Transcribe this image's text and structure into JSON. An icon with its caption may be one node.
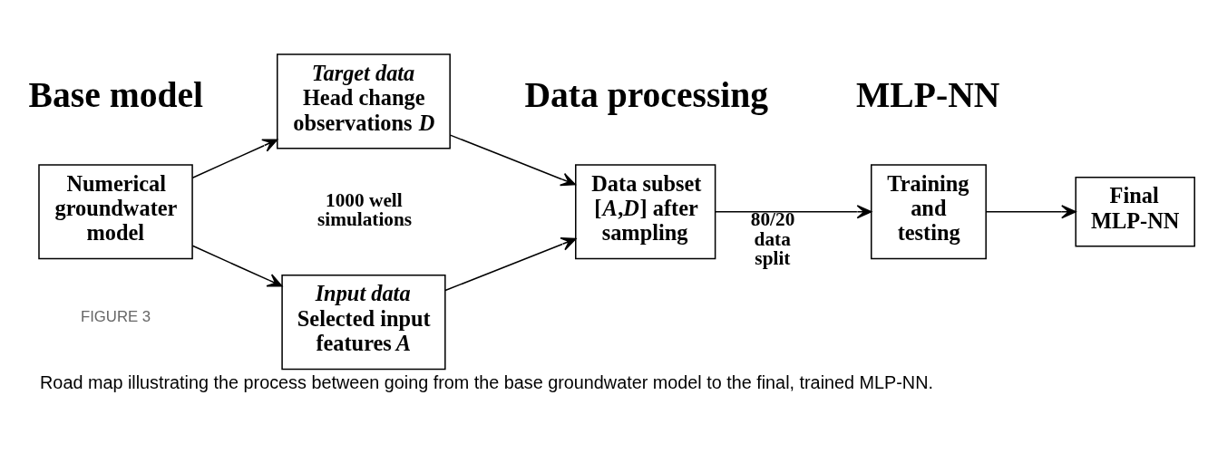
{
  "diagram": {
    "caption": "Road map illustrating the process between going from the base groundwater model to the final, trained MLP-NN.",
    "nodes": [
      {
        "text": [
          "Numerical groundwater model"
        ]
      },
      {
        "text": [
          "Target data",
          "Head change observations *D*"
        ]
      },
      {
        "text": [
          "Input data",
          "Selected input features *A*"
        ]
      },
      {
        "text": [
          "Data subset [*A*,*D*] after sampling"
        ]
      },
      {
        "text": [
          "Training and testing"
        ]
      },
      {
        "text": [
          "Final MLP-NN"
        ]
      }
    ],
    "edges": [
      {
        "from": 0,
        "to": 1,
        "arrow": "to"
      },
      {
        "from": 0,
        "to": 2,
        "arrow": "to"
      },
      {
        "from": 1,
        "to": 3,
        "arrow": "to"
      },
      {
        "from": 2,
        "to": 3,
        "arrow": "to"
      },
      {
        "from": 3,
        "to": 4,
        "arrow": "to",
        "label": "80/20 data split"
      },
      {
        "from": 4,
        "to": 5,
        "arrow": "to"
      }
    ],
    "labels": [
      "Base model",
      "Data processing",
      "MLP-NN",
      "1000 well simulations",
      "FIGURE 3"
    ]
  }
}
